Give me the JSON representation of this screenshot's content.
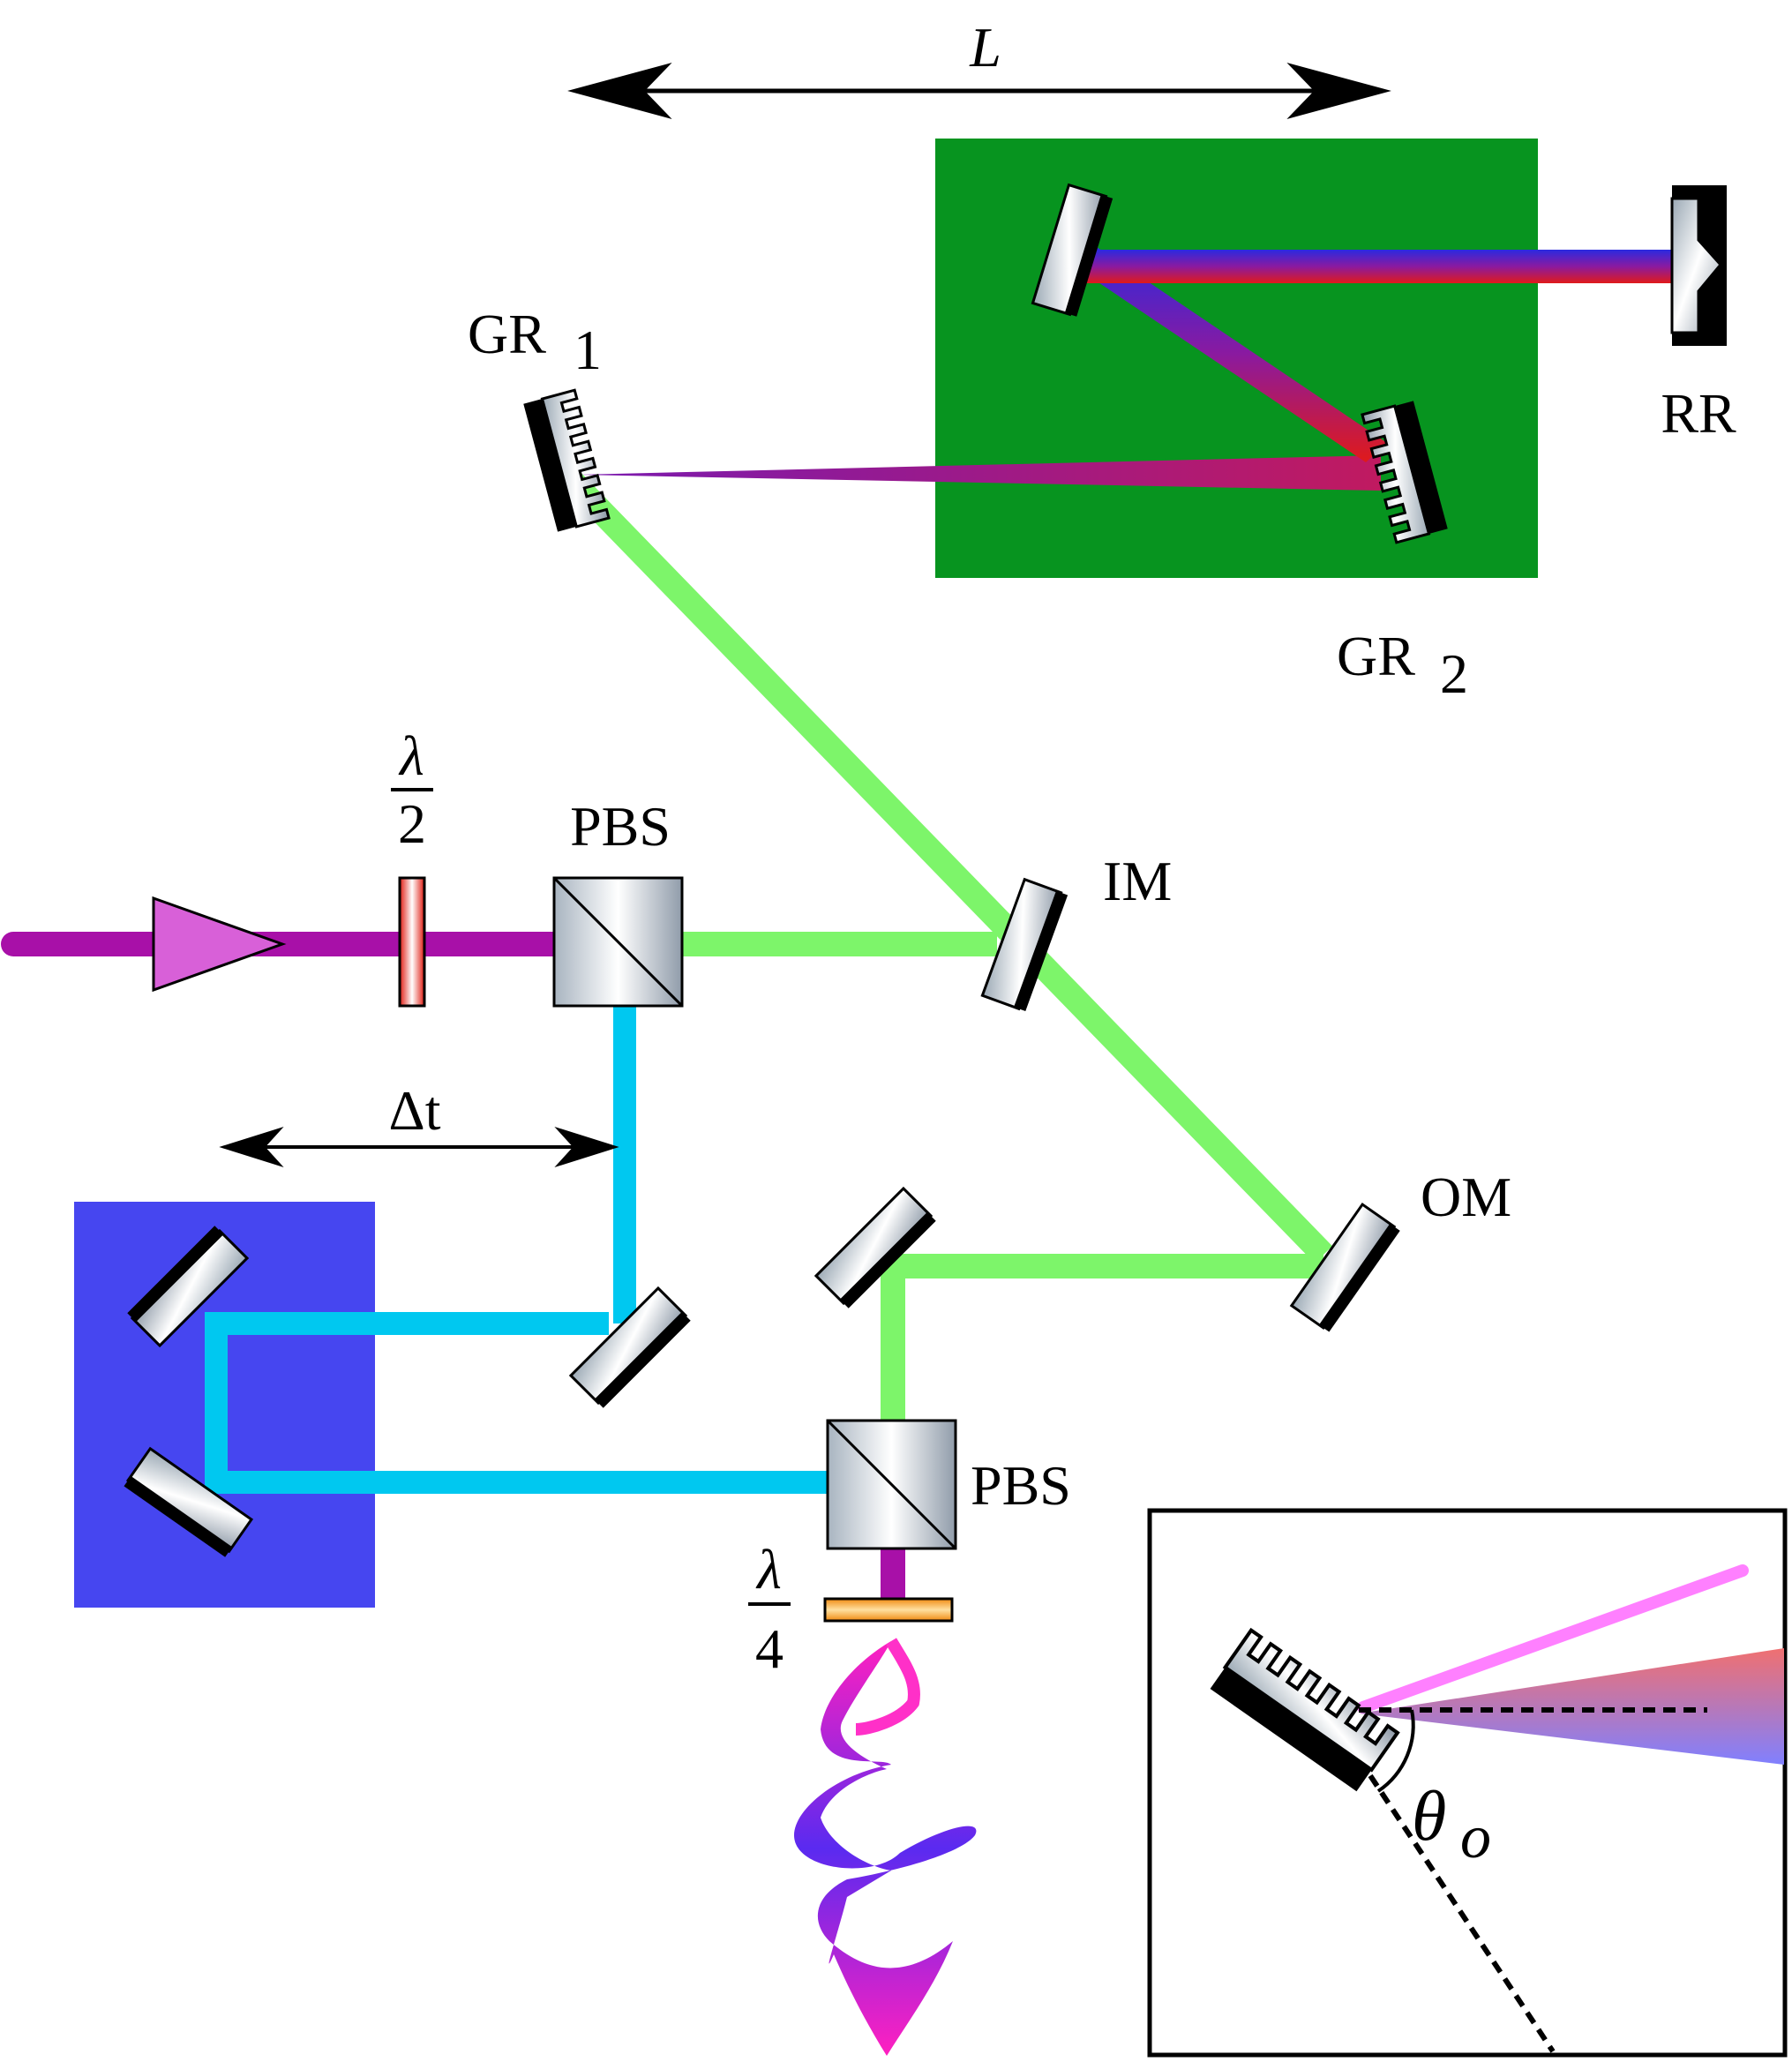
{
  "labels": {
    "length": "L",
    "grating1": "GR",
    "grating1_sub": "1",
    "grating2": "GR",
    "grating2_sub": "2",
    "retroreflector": "RR",
    "half_wave_num": "λ",
    "half_wave_den": "2",
    "quarter_wave_num": "λ",
    "quarter_wave_den": "4",
    "pbs_top": "PBS",
    "pbs_bottom": "PBS",
    "input_mirror": "IM",
    "output_mirror": "OM",
    "delay": "Δt",
    "inset_angle": "θ",
    "inset_angle_sub": "o"
  },
  "colors": {
    "input_beam": "#a810a8",
    "green_beam": "#7df56a",
    "cyan_beam": "#00c8f0",
    "stretcher_stage": "#07941f",
    "delay_stage": "#4646f0",
    "half_wave_plate": "#e23a2a",
    "quarter_wave_plate": "#f0a030"
  }
}
